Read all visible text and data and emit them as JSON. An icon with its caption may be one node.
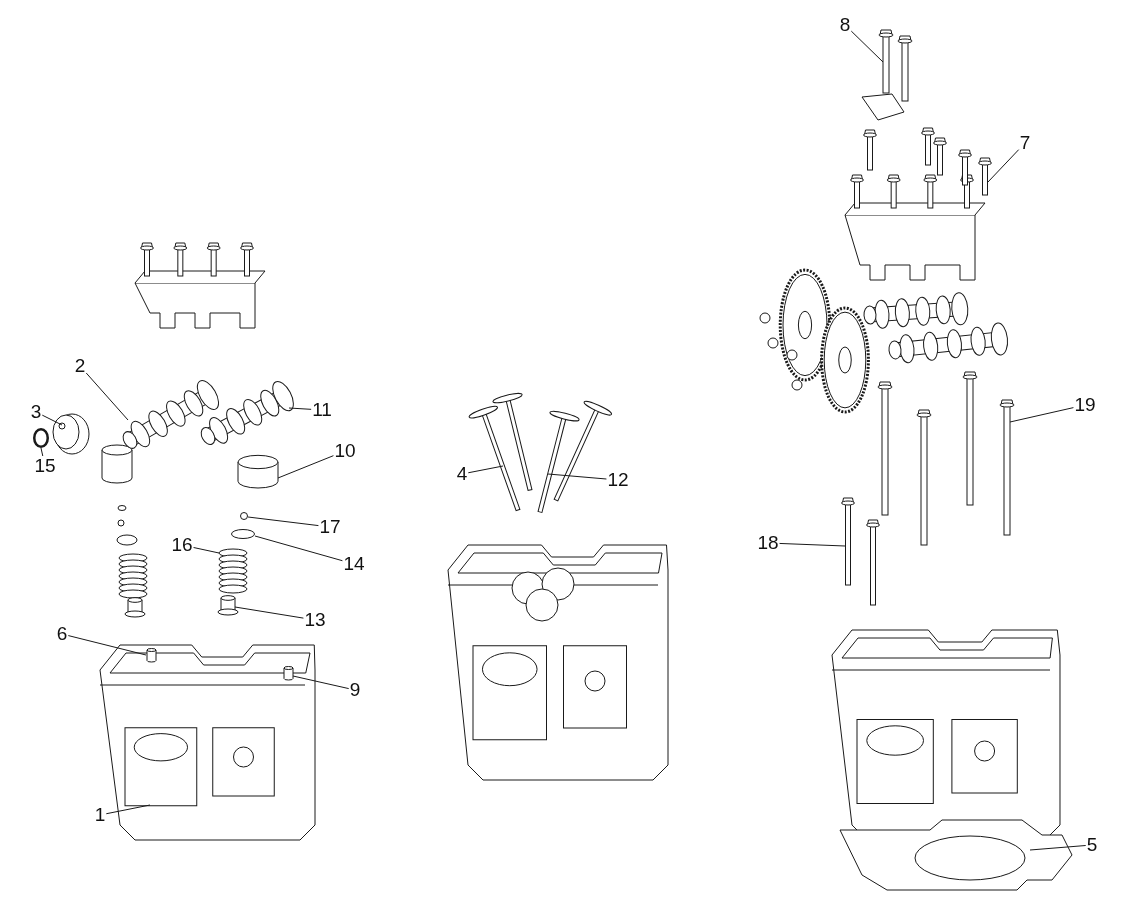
{
  "diagram": {
    "nodes": [
      {
        "text": [
          "1"
        ]
      },
      {
        "text": [
          "2"
        ]
      },
      {
        "text": [
          "3"
        ]
      },
      {
        "text": [
          "4"
        ]
      },
      {
        "text": [
          "5"
        ]
      },
      {
        "text": [
          "6"
        ]
      },
      {
        "text": [
          "7"
        ]
      },
      {
        "text": [
          "8"
        ]
      },
      {
        "text": [
          "9"
        ]
      },
      {
        "text": [
          "10"
        ]
      },
      {
        "text": [
          "11"
        ]
      },
      {
        "text": [
          "12"
        ]
      },
      {
        "text": [
          "13"
        ]
      },
      {
        "text": [
          "14"
        ]
      },
      {
        "text": [
          "15"
        ]
      },
      {
        "text": [
          "16"
        ]
      },
      {
        "text": [
          "17"
        ]
      },
      {
        "text": [
          "18"
        ]
      },
      {
        "text": [
          "19"
        ]
      },
      {
        "text": [],
        "shape": "picture"
      },
      {
        "text": [],
        "shape": "picture"
      },
      {
        "text": [],
        "shape": "picture"
      },
      {
        "text": [],
        "shape": "picture"
      },
      {
        "text": [],
        "shape": "picture"
      },
      {
        "text": [],
        "shape": "cylinder",
        "in": 19
      },
      {
        "text": [],
        "shape": "picture"
      },
      {
        "text": [],
        "shape": "picture"
      },
      {
        "text": [],
        "shape": "cylinder",
        "in": 19
      },
      {
        "text": [],
        "shape": "cylinder"
      },
      {
        "text": [],
        "shape": "picture"
      },
      {
        "text": [],
        "shape": "picture"
      },
      {
        "text": [],
        "shape": "picture"
      },
      {
        "text": [],
        "shape": "circle"
      },
      {
        "text": [],
        "shape": "circle"
      },
      {
        "text": [],
        "shape": "picture"
      },
      {
        "text": [],
        "shape": "circle"
      },
      {
        "text": [],
        "shape": "picture"
      },
      {
        "text": [],
        "shape": "picture"
      }
    ],
    "edges": [
      {
        "from": 0,
        "to": 19,
        "arrow": "none"
      },
      {
        "from": 1,
        "to": 20,
        "arrow": "none"
      },
      {
        "from": 2,
        "to": 21,
        "arrow": "none"
      },
      {
        "from": 3,
        "to": 22,
        "arrow": "none"
      },
      {
        "from": 4,
        "to": 23,
        "arrow": "none"
      },
      {
        "from": 5,
        "to": 24,
        "arrow": "none"
      },
      {
        "from": 6,
        "to": 25,
        "arrow": "none"
      },
      {
        "from": 7,
        "to": 26,
        "arrow": "none"
      },
      {
        "from": 8,
        "to": 27,
        "arrow": "none"
      },
      {
        "from": 9,
        "to": 28,
        "arrow": "none"
      },
      {
        "from": 10,
        "to": 29,
        "arrow": "none"
      },
      {
        "from": 11,
        "to": 30,
        "arrow": "none"
      },
      {
        "from": 12,
        "to": 31,
        "arrow": "none"
      },
      {
        "from": 13,
        "to": 32,
        "arrow": "none"
      },
      {
        "from": 14,
        "to": 33,
        "arrow": "none"
      },
      {
        "from": 15,
        "to": 34,
        "arrow": "none"
      },
      {
        "from": 16,
        "to": 35,
        "arrow": "none"
      },
      {
        "from": 17,
        "to": 36,
        "arrow": "none"
      },
      {
        "from": 18,
        "to": 37,
        "arrow": "none"
      }
    ]
  }
}
